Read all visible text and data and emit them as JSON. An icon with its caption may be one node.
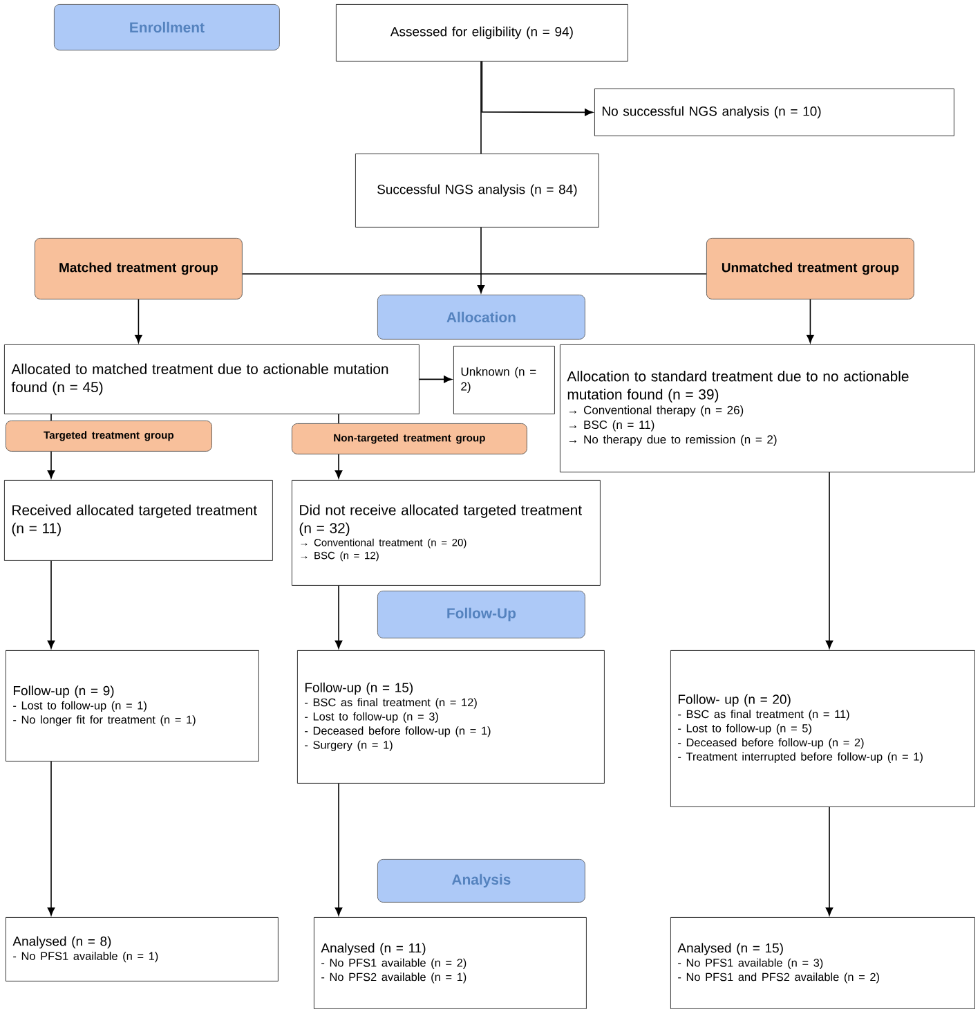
{
  "diagram": {
    "nodes": [
      {
        "text": [
          "Enrollment"
        ]
      },
      {
        "text": [
          "Assessed for eligibility (n = 94)"
        ]
      },
      {
        "text": [
          "No successful NGS analysis (n = 10)"
        ]
      },
      {
        "text": [
          "Successful NGS analysis (n = 84)"
        ]
      },
      {
        "text": [
          "Matched treatment group"
        ]
      },
      {
        "text": [
          "Unmatched treatment group"
        ]
      },
      {
        "text": [
          "Allocation"
        ]
      },
      {
        "text": [
          "Allocated to matched treatment due to actionable mutation found (n = 45)"
        ]
      },
      {
        "text": [
          "Unknown (n = 2)"
        ]
      },
      {
        "text": [
          "Allocation to standard treatment due to no actionable mutation found (n = 39)",
          "→ Conventional therapy (n = 26)",
          "→ BSC  (n = 11)",
          "→ No therapy due to remission (n = 2)"
        ]
      },
      {
        "text": [
          "Targeted treatment group"
        ]
      },
      {
        "text": [
          "Non-targeted treatment group"
        ]
      },
      {
        "text": [
          "Received allocated targeted treatment (n = 11)"
        ]
      },
      {
        "text": [
          "Did not receive allocated targeted treatment (n = 32)",
          "→ Conventional treatment (n = 20)",
          "→ BSC (n = 12)"
        ]
      },
      {
        "text": [
          "Follow-Up"
        ]
      },
      {
        "text": [
          "Follow-up (n = 9)",
          "- Lost to follow-up (n = 1)",
          "- No longer fit for treatment (n = 1)"
        ]
      },
      {
        "text": [
          "Follow-up (n = 15)",
          "- BSC as final treatment (n = 12)",
          "- Lost to follow-up (n = 3)",
          "- Deceased before follow-up (n = 1)",
          "- Surgery (n = 1)"
        ]
      },
      {
        "text": [
          "Follow- up (n = 20)",
          "- BSC as final treatment (n = 11)",
          "- Lost to follow-up (n = 5)",
          "- Deceased before follow-up (n = 2)",
          "- Treatment interrupted before follow-up (n = 1)"
        ]
      },
      {
        "text": [
          "Analysis"
        ]
      },
      {
        "text": [
          "Analysed (n = 8)",
          "- No PFS1 available (n = 1)"
        ]
      },
      {
        "text": [
          "Analysed (n = 11)",
          "- No PFS1 available (n = 2)",
          "- No PFS2 available (n = 1)"
        ]
      },
      {
        "text": [
          "Analysed (n = 15)",
          "- No PFS1 available (n = 3)",
          "- No PFS1 and PFS2 available (n = 2)"
        ]
      }
    ],
    "edges": [
      {
        "from": 1,
        "to": 3,
        "arrow": "none"
      },
      {
        "from": 1,
        "to": 2,
        "arrow": "to"
      },
      {
        "from": 3,
        "to": 6,
        "arrow": "to"
      },
      {
        "from": 4,
        "to": 5,
        "arrow": "none"
      },
      {
        "from": 4,
        "to": 7,
        "arrow": "to"
      },
      {
        "from": 5,
        "to": 9,
        "arrow": "to"
      },
      {
        "from": 7,
        "to": 8,
        "arrow": "to"
      },
      {
        "from": 7,
        "to": 10,
        "arrow": "none"
      },
      {
        "from": 10,
        "to": 12,
        "arrow": "to"
      },
      {
        "from": 7,
        "to": 11,
        "arrow": "none"
      },
      {
        "from": 11,
        "to": 13,
        "arrow": "to"
      },
      {
        "from": 12,
        "to": 15,
        "arrow": "to"
      },
      {
        "from": 13,
        "to": 16,
        "arrow": "to"
      },
      {
        "from": 9,
        "to": 17,
        "arrow": "to"
      },
      {
        "from": 15,
        "to": 19,
        "arrow": "to"
      },
      {
        "from": 16,
        "to": 20,
        "arrow": "to"
      },
      {
        "from": 17,
        "to": 21,
        "arrow": "to"
      }
    ]
  }
}
